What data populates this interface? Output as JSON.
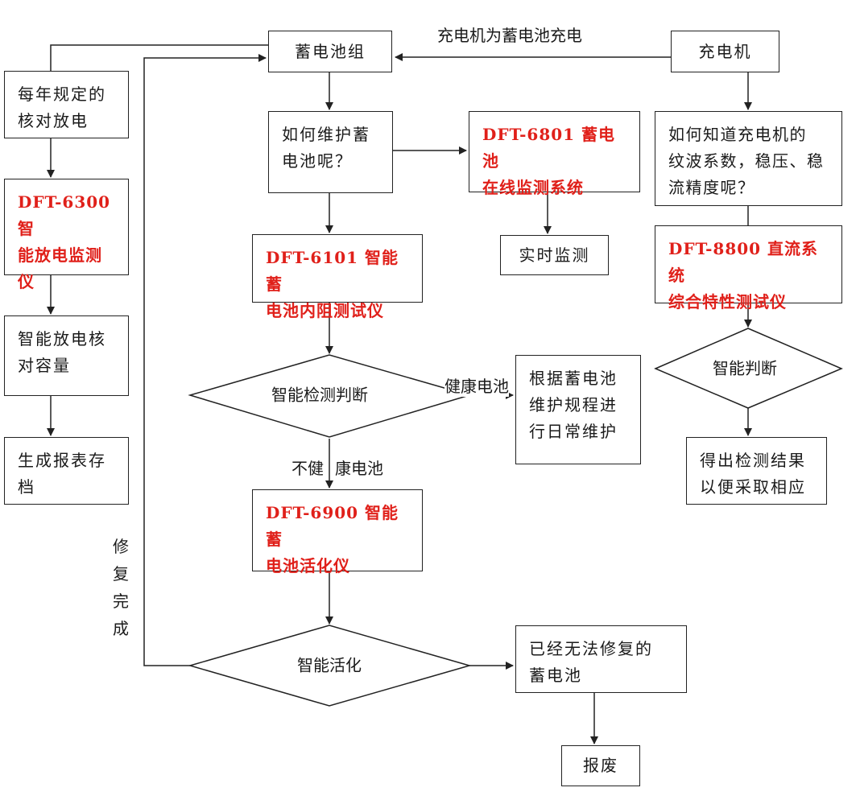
{
  "top_label": "充电机为蓄电池充电",
  "left_column": {
    "annual": "每年规定的\n核对放电",
    "dft6300": "DFT-6300 智\n能放电监测\n仪",
    "capacity": "智能放电核\n对容量",
    "report": "生成报表存\n档"
  },
  "center_column": {
    "battery_group": "蓄电池组",
    "how_maintain": "如何维护蓄\n电池呢？",
    "dft6101": "DFT-6101  智能蓄\n电池内阻测试仪",
    "detect_decision": "智能检测判断",
    "healthy_label": "健康电池",
    "unhealthy_label_a": "不健",
    "unhealthy_label_b": "康电池",
    "dft6900": "DFT-6900  智能蓄\n电池活化仪",
    "activation_decision": "智能活化",
    "repair_done": "修复完成"
  },
  "middle_column": {
    "dft6801": "DFT-6801  蓄电池\n在线监测系统",
    "realtime": "实时监测",
    "daily_maint": "根据蓄电池\n维护规程进\n行日常维护",
    "unrepairable": "已经无法修复的\n蓄电池",
    "scrap": "报废"
  },
  "right_column": {
    "charger": "充电机",
    "how_know": "如何知道充电机的\n纹波系数，稳压、稳\n流精度呢？",
    "dft8800": "DFT-8800  直流系统\n综合特性测试仪",
    "smart_judge": "智能判断",
    "result": "得出检测结果\n以便采取相应"
  },
  "colors": {
    "product_text": "#e0201a",
    "line": "#222222"
  }
}
